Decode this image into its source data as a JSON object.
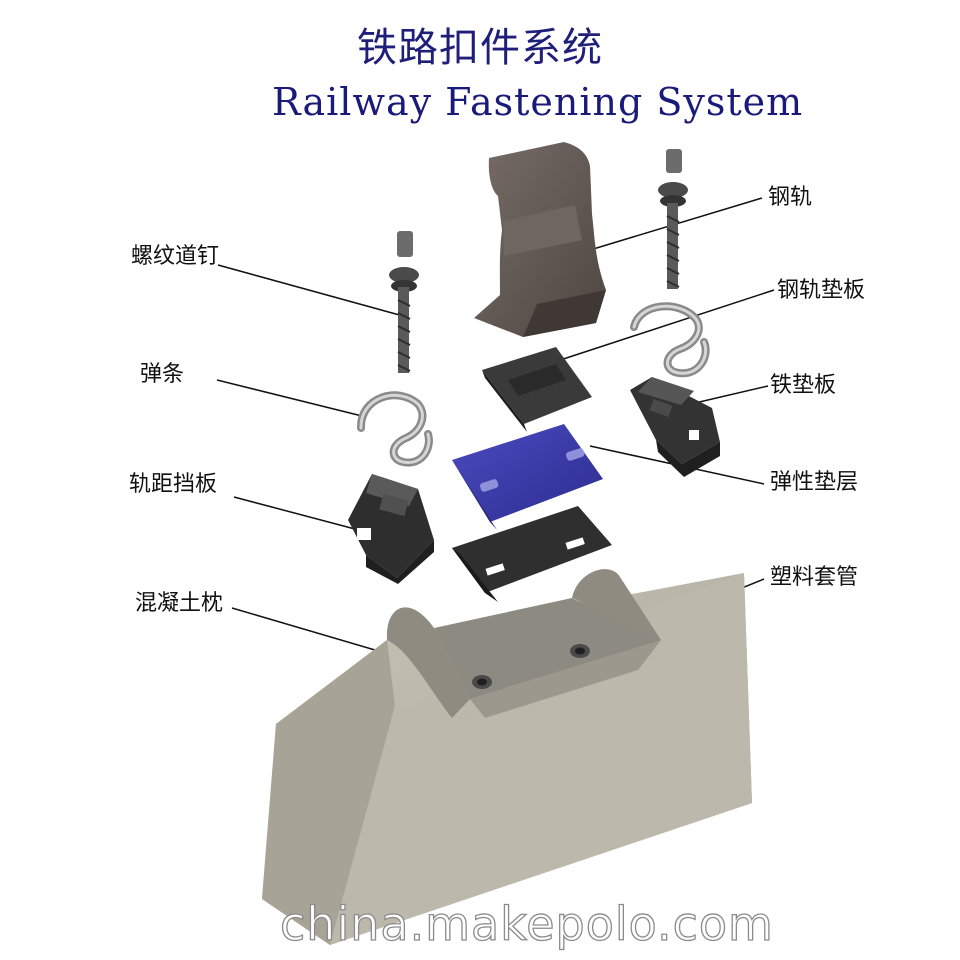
{
  "title": {
    "chinese": "铁路扣件系统",
    "english": "Railway Fastening System"
  },
  "labels": {
    "rail": "钢轨",
    "rail_pad": "钢轨垫板",
    "iron_pad": "铁垫板",
    "elastic_pad": "弹性垫层",
    "plastic_sleeve": "塑料套管",
    "screw_spike": "螺纹道钉",
    "clip": "弹条",
    "gauge_block": "轨距挡板",
    "concrete_sleeper": "混凝土枕"
  },
  "watermark": "china.makepolo.com",
  "colors": {
    "title": "#1f1f7a",
    "rail": "#5e5550",
    "iron_pad": "#3535a8",
    "pads": "#2f2f2f",
    "sleeper": "#b6b2a7"
  }
}
